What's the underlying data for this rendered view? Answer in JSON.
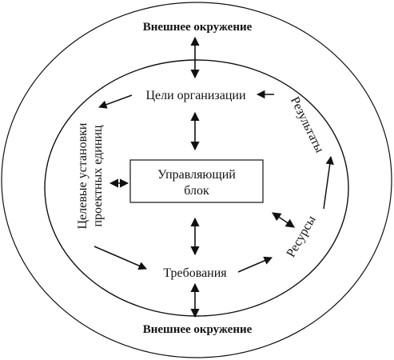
{
  "outer_top_label": "Внешнее окружение",
  "outer_bottom_label": "Внешнее окружение",
  "goals_label": "Цели организации",
  "results_label": "Результаты",
  "control_block": {
    "line1": "Управляющий",
    "line2": "блок"
  },
  "targets_label": {
    "line1": "Целевые установки",
    "line2": "проектных единиц"
  },
  "requirements_label": "Требования",
  "resources_label": "Ресурсы",
  "colors": {
    "stroke": "#111111",
    "background": "#ffffff"
  }
}
